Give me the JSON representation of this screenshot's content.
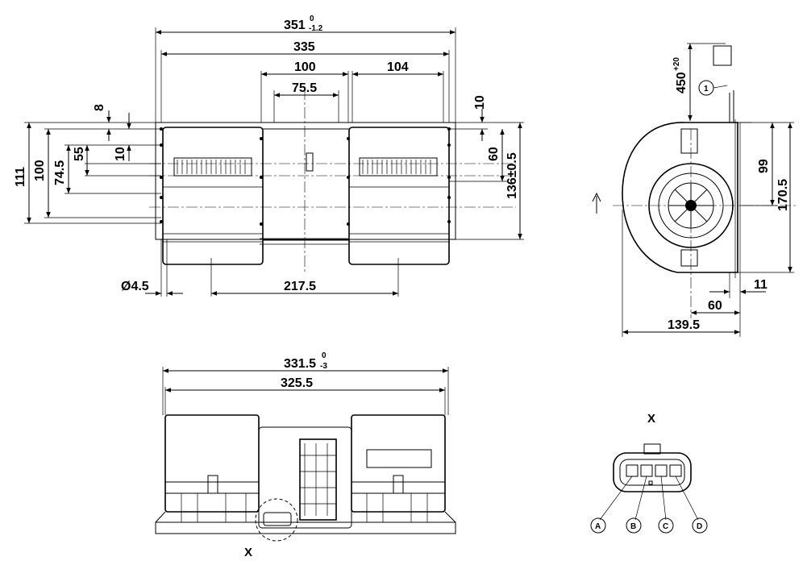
{
  "dims": {
    "width_total": "351",
    "width_total_tol_upper": "0",
    "width_total_tol_lower": "-1.2",
    "width_335": "335",
    "dist_100": "100",
    "dist_104": "104",
    "dist_75_5": "75.5",
    "d_8": "8",
    "d_10_left": "10",
    "d_10_right": "10",
    "h_111": "111",
    "h_100": "100",
    "h_74_5": "74.5",
    "h_55": "55",
    "h_60_right": "60",
    "h_136": "136±0.5",
    "hole_dia": "Ø4.5",
    "span_217_5": "217.5",
    "cable_450": "450",
    "cable_450_tol": "+20",
    "callout_1": "1",
    "side_99": "99",
    "side_170_5": "170.5",
    "side_11": "11",
    "side_60": "60",
    "side_139_5": "139.5",
    "bottom_331_5": "331.5",
    "bottom_331_5_tol_upper": "0",
    "bottom_331_5_tol_lower": "-3",
    "bottom_325_5": "325.5"
  },
  "view_labels": {
    "x_detail_title": "X",
    "x_marker": "X"
  },
  "connector_pins": [
    "A",
    "B",
    "C",
    "D"
  ]
}
